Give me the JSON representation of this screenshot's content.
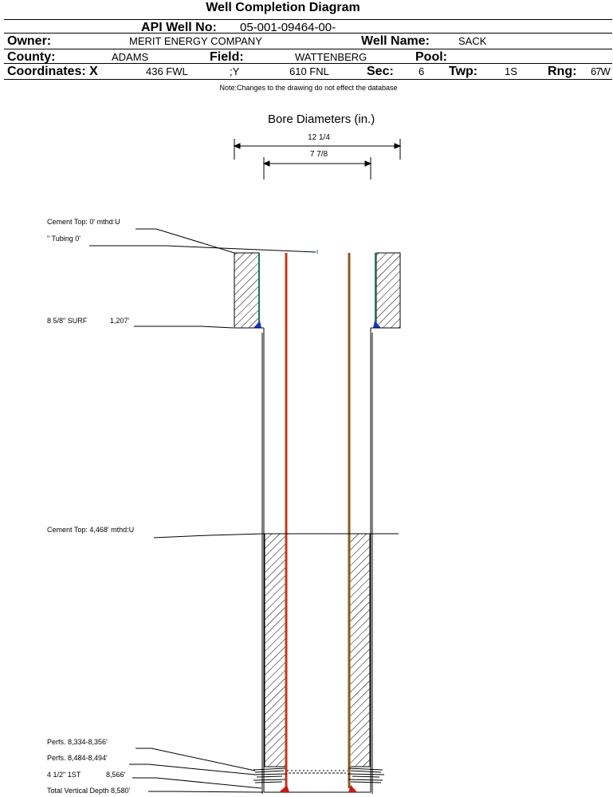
{
  "title": "Well Completion Diagram",
  "header": {
    "api_label": "API Well No:",
    "api_value": "05-001-09464-00-",
    "owner_label": "Owner:",
    "owner_value": "MERIT ENERGY COMPANY",
    "well_name_label": "Well Name:",
    "well_name_value": "SACK",
    "county_label": "County:",
    "county_value": "ADAMS",
    "field_label": "Field:",
    "field_value": "WATTENBERG",
    "pool_label": "Pool:",
    "pool_value": "",
    "coord_label": "Coordinates: X",
    "coord_x": "436 FWL",
    "coord_y_label": ";Y",
    "coord_y": "610 FNL",
    "sec_label": "Sec:",
    "sec_value": "6",
    "twp_label": "Twp:",
    "twp_value": "1S",
    "rng_label": "Rng:",
    "rng_value": "67W"
  },
  "note": "Note:Changes to the drawing do not effect the database",
  "bore": {
    "title": "Bore Diameters (in.)",
    "outer": "12 1/4",
    "inner": "7 7/8"
  },
  "annotations": {
    "cement_top_surface": "Cement Top: 0' mthd:U",
    "tubing": "\" Tubing 0'",
    "surface_casing_name": "8 5/8\" SURF",
    "surface_casing_depth": "1,207'",
    "cement_top_production": "Cement Top: 4,468' mthd:U",
    "perfs_1": "Perfs. 8,334-8,356'",
    "perfs_2": "Perfs. 8,484-8,494'",
    "production_casing_name": "4 1/2\" 1ST",
    "production_casing_depth": "8,566'",
    "total_depth": "Total Vertical Depth 8,580'"
  },
  "colors": {
    "tubing_left": "#c0391c",
    "tubing_right": "#8b5a1e",
    "surface_casing": "#1f7a55",
    "shoe": "#1034c8",
    "bottom_plug": "#c81a10"
  }
}
